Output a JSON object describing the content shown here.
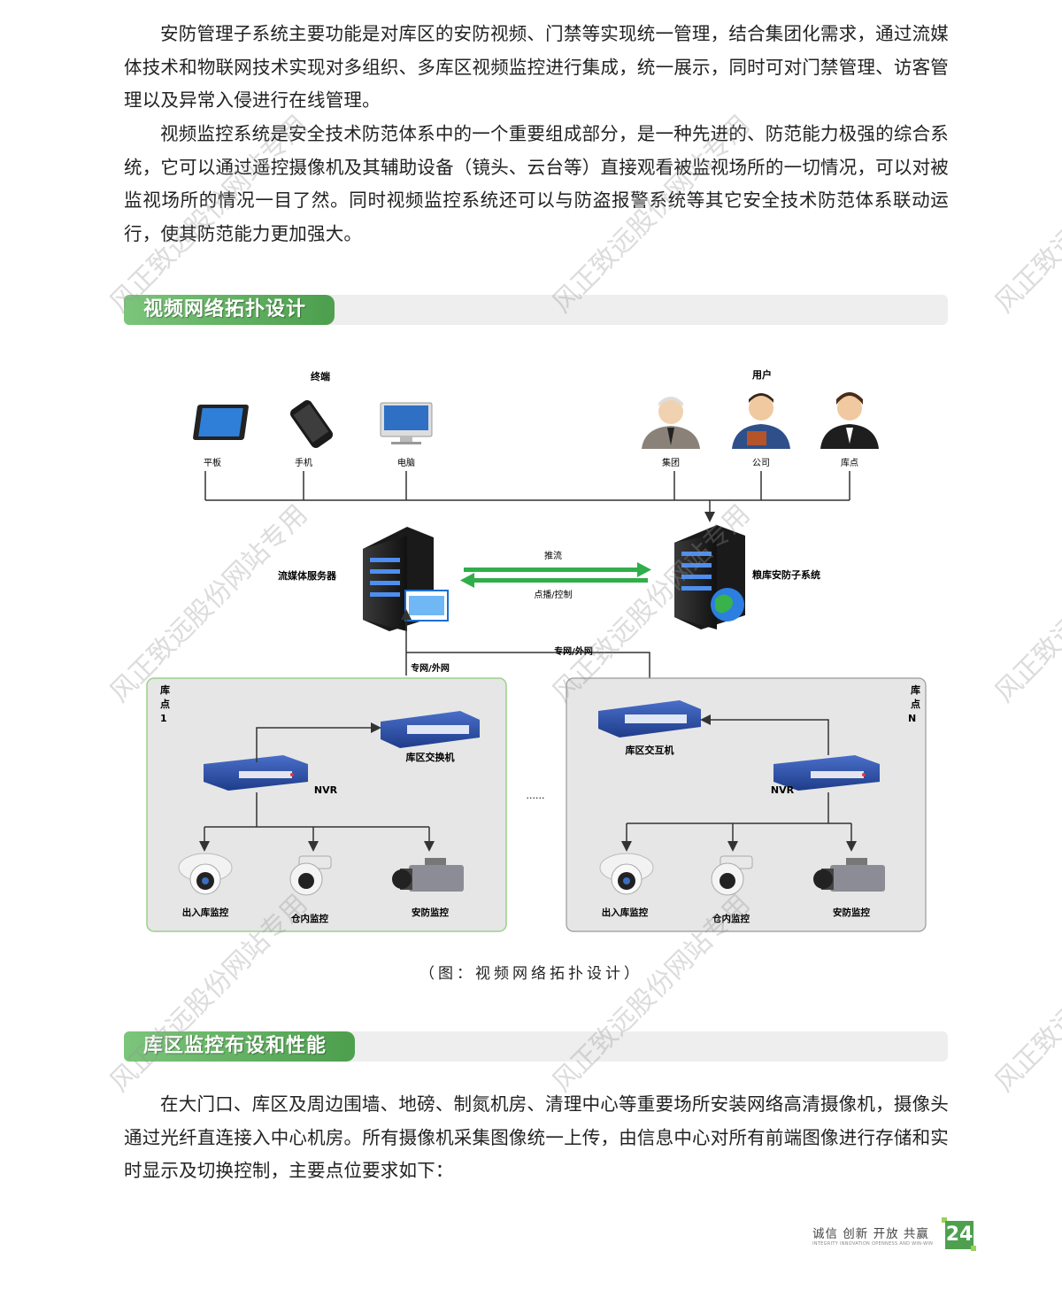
{
  "paragraphs": {
    "p1": "安防管理子系统主要功能是对库区的安防视频、门禁等实现统一管理，结合集团化需求，通过流媒体技术和物联网技术实现对多组织、多库区视频监控进行集成，统一展示，同时可对门禁管理、访客管理以及异常入侵进行在线管理。",
    "p2": "视频监控系统是安全技术防范体系中的一个重要组成部分，是一种先进的、防范能力极强的综合系统，它可以通过遥控摄像机及其辅助设备（镜头、云台等）直接观看被监视场所的一切情况，可以对被监视场所的情况一目了然。同时视频监控系统还可以与防盗报警系统等其它安全技术防范体系联动运行，使其防范能力更加强大。",
    "p3": "在大门口、库区及周边围墙、地磅、制氮机房、清理中心等重要场所安装网络高清摄像机，摄像头通过光纤直连接入中心机房。所有摄像机采集图像统一上传，由信息中心对所有前端图像进行存储和实时显示及切换控制，主要点位要求如下："
  },
  "sections": {
    "s1": "视频网络拓扑设计",
    "s2": "库区监控布设和性能"
  },
  "diagram": {
    "terminals_title": "终端",
    "users_title": "用户",
    "terminals": [
      "平板",
      "手机",
      "电脑"
    ],
    "users": [
      "集团",
      "公司",
      "库点"
    ],
    "streaming_server": "流媒体服务器",
    "security_system": "粮库安防子系统",
    "push_label": "推流",
    "play_label": "点播/控制",
    "net_label_left": "专网/外网",
    "net_label_right": "专网/外网",
    "site1_label": "库\n点\n1",
    "siteN_label": "库\n点\nN",
    "site1_switch": "库区交换机",
    "siteN_switch": "库区交互机",
    "nvr": "NVR",
    "cameras": [
      "出入库监控",
      "仓内监控",
      "安防监控"
    ],
    "ellipsis": "......"
  },
  "caption": "（图：视频网络拓扑设计）",
  "footer": {
    "slogan": "诚信 创新 开放 共赢",
    "slogan_en": "INTEGRITY INNOVATION OPENNESS AND WIN-WIN",
    "page": "24"
  },
  "watermark": "风正致远股份网站专用",
  "colors": {
    "accent_green": "#4ea04f",
    "arrow_green": "#2fae4a"
  }
}
